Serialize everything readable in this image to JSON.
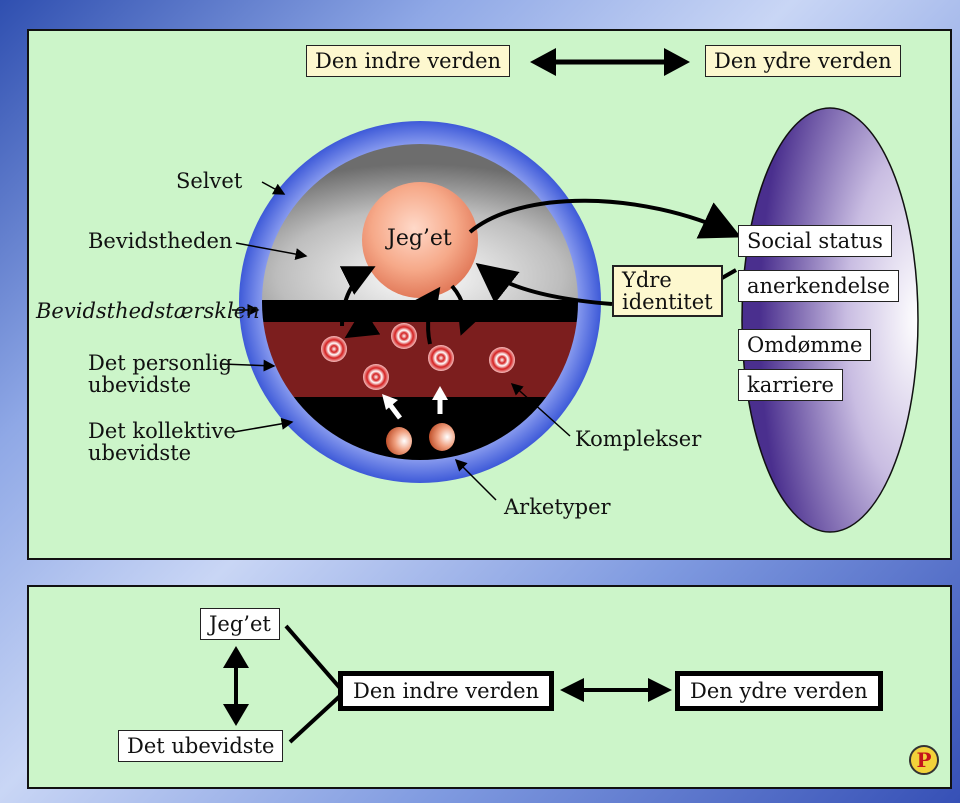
{
  "top_panel": {
    "inner_world": "Den indre verden",
    "outer_world": "Den ydre verden",
    "ego": "Jeg’et",
    "labels": {
      "self": "Selvet",
      "consciousness": "Bevidstheden",
      "threshold": "Bevidsthedstærsklen",
      "personal_unconscious": "Det personlig\nubevidste",
      "collective_unconscious": "Det kollektive\nubevidste",
      "complexes": "Komplekser",
      "archetypes": "Arketyper"
    },
    "outer_identity": "Ydre\nidentitet",
    "outer_items": [
      "Social status",
      "anerkendelse",
      "Omdømme",
      "karriere"
    ]
  },
  "bottom_panel": {
    "ego": "Jeg’et",
    "unconscious": "Det ubevidste",
    "inner_world": "Den indre verden",
    "outer_world": "Den ydre verden"
  },
  "colors": {
    "panel_bg": "#ccf5c9",
    "ego_sphere": "#f6a989",
    "personal_unconscious": "#7c1e1e",
    "self_ring": "#5f74e0"
  },
  "logo_letter": "P"
}
